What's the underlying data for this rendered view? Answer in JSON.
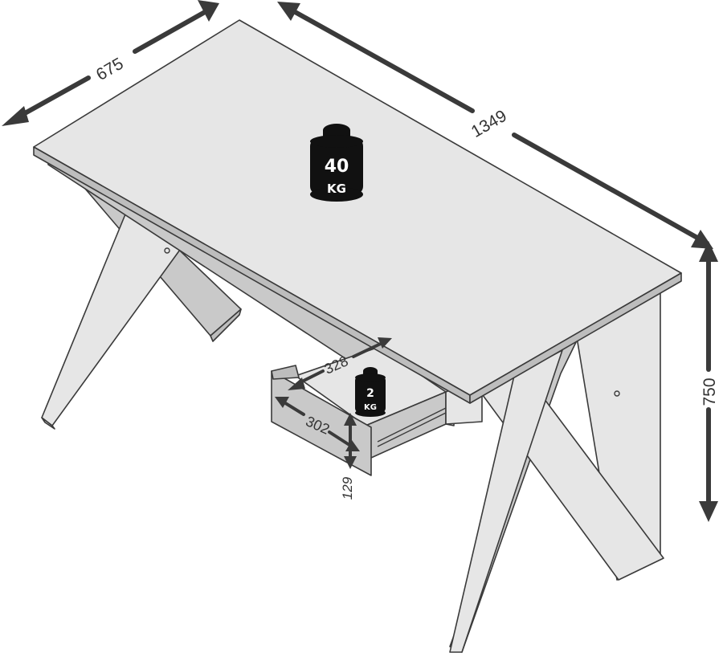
{
  "dimensions": {
    "depth": "675",
    "width": "1349",
    "height": "750",
    "drawer_depth": "328",
    "drawer_width": "302",
    "drawer_height": "129"
  },
  "weights": {
    "tabletop": {
      "value": "40",
      "unit": "KG"
    },
    "drawer": {
      "value": "2",
      "unit": "KG"
    }
  },
  "colors": {
    "line": "#3a3a3a",
    "panel": "#e6e6e6",
    "weight": "#111111"
  }
}
